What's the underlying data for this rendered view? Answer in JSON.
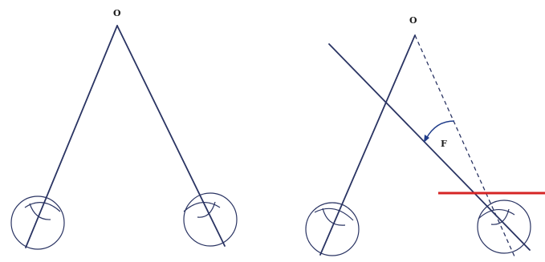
{
  "left_panel": {
    "point_label": "O"
  },
  "right_panel": {
    "point_label": "O",
    "angle_label": "F"
  },
  "colors": {
    "line": "#2a3463",
    "angle_arc": "#1f3c8a",
    "horizontal_bar": "#d62424",
    "background": "#ffffff"
  }
}
